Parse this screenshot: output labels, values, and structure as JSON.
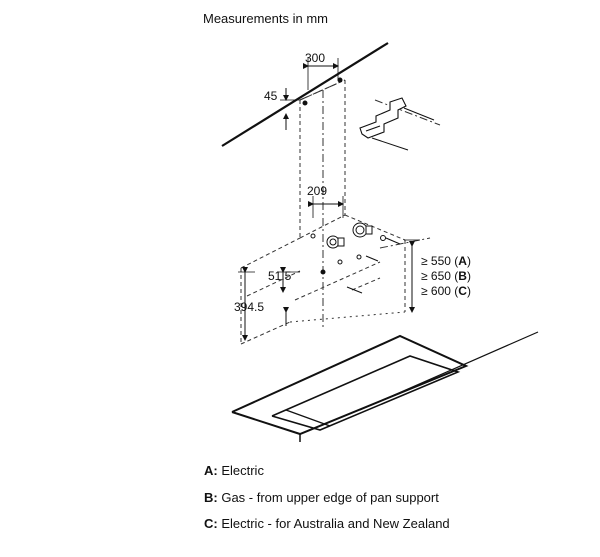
{
  "title": "Measurements in mm",
  "dimensions": {
    "d300": "300",
    "d45": "45",
    "d209": "209",
    "d51_5": "51.5",
    "d394_5": "394.5"
  },
  "clearances": [
    {
      "prefix": "≥ 550 (",
      "key": "A",
      "suffix": ")"
    },
    {
      "prefix": "≥ 650 (",
      "key": "B",
      "suffix": ")"
    },
    {
      "prefix": "≥ 600 (",
      "key": "C",
      "suffix": ")"
    }
  ],
  "legend": [
    {
      "key": "A:",
      "text": " Electric"
    },
    {
      "key": "B:",
      "text": " Gas - from upper edge of pan support"
    },
    {
      "key": "C:",
      "text": " Electric - for Australia and New Zealand"
    }
  ]
}
